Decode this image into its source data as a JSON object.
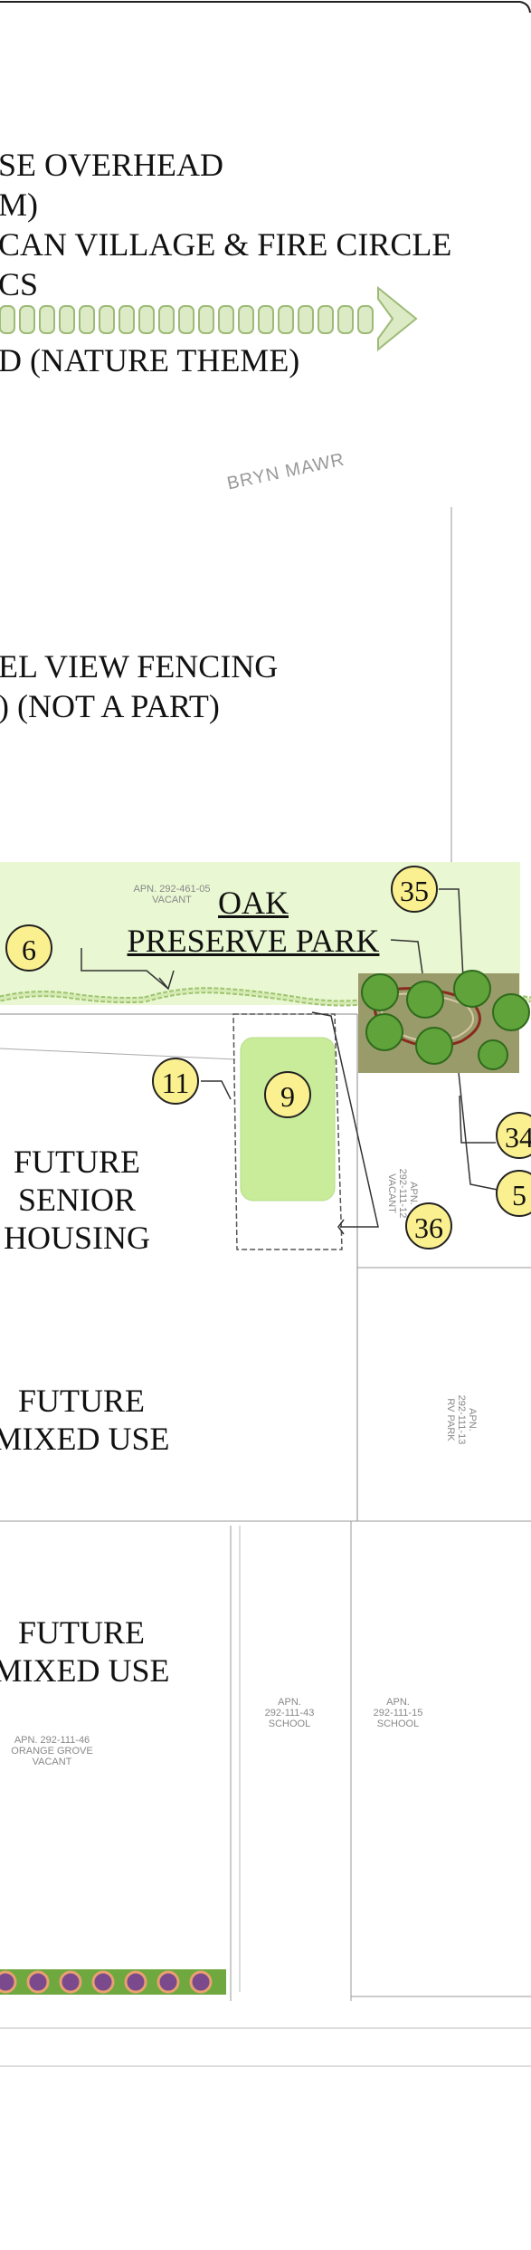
{
  "legend": {
    "line1": "SE OVERHEAD",
    "line2": "M)",
    "line3": "CAN VILLAGE & FIRE CIRCLE",
    "line4": "CS",
    "line5": "D (NATURE THEME)",
    "line6": "EL VIEW FENCING",
    "line7": ") (NOT A PART)"
  },
  "street_label": "BRYN MAWR",
  "park": {
    "apn": "APN. 292-461-05",
    "apn_status": "VACANT",
    "name_line1": "OAK",
    "name_line2": "PRESERVE PARK"
  },
  "areas": {
    "senior": [
      "FUTURE",
      "SENIOR",
      "HOUSING"
    ],
    "mixed1": [
      "FUTURE",
      "MIXED USE"
    ],
    "mixed2": [
      "FUTURE",
      "MIXED USE"
    ]
  },
  "parcels": {
    "p1": [
      "APN.",
      "292-111-12",
      "VACANT"
    ],
    "p2": [
      "APN.",
      "292-111-13",
      "RV PARK"
    ],
    "p3": [
      "APN. 292-111-46",
      "ORANGE GROVE",
      "VACANT"
    ],
    "p4": [
      "APN.",
      "292-111-43",
      "SCHOOL"
    ],
    "p5": [
      "APN.",
      "292-111-15",
      "SCHOOL"
    ]
  },
  "callouts": [
    "6",
    "35",
    "11",
    "9",
    "34",
    "5",
    "36"
  ],
  "colors": {
    "park_fill": "#e9f7d2",
    "lawn_fill": "#c9ec9a",
    "callout_fill": "#fbf08f",
    "tree": "#5fa33a",
    "arrow_fill": "#dcebc5"
  }
}
